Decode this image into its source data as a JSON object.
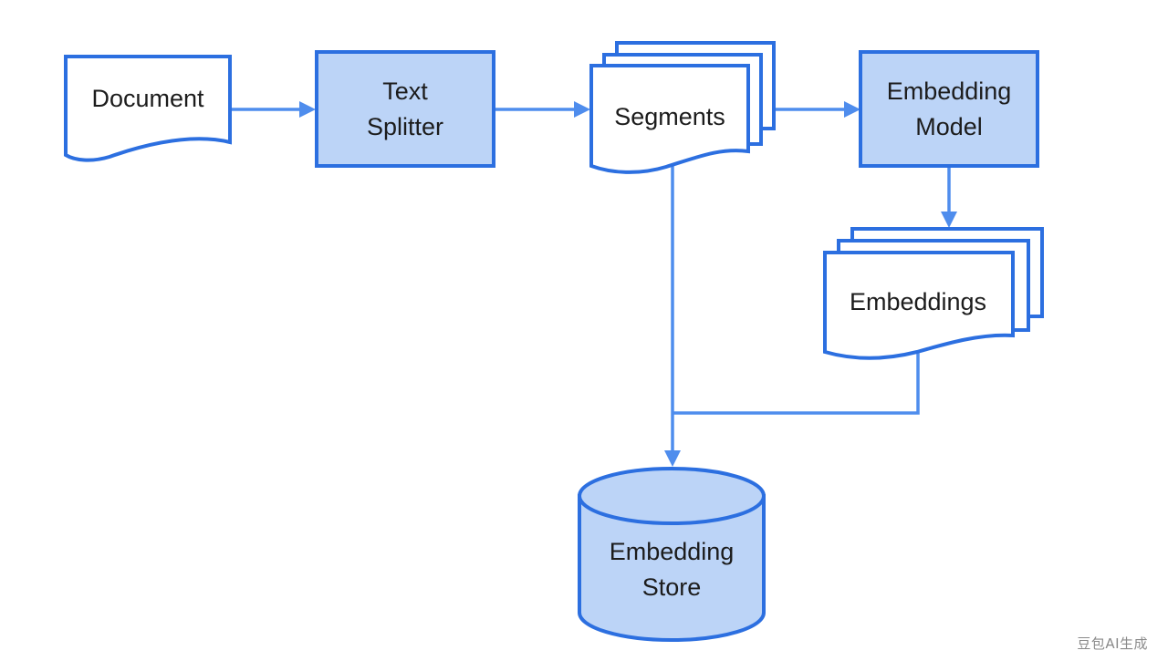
{
  "nodes": {
    "document": {
      "label": "Document"
    },
    "text_splitter": {
      "line1": "Text",
      "line2": "Splitter"
    },
    "segments": {
      "label": "Segments"
    },
    "embedding_model": {
      "line1": "Embedding",
      "line2": "Model"
    },
    "embeddings": {
      "label": "Embeddings"
    },
    "embedding_store": {
      "line1": "Embedding",
      "line2": "Store"
    }
  },
  "edges": [
    {
      "from": "Document",
      "to": "Text Splitter"
    },
    {
      "from": "Text Splitter",
      "to": "Segments"
    },
    {
      "from": "Segments",
      "to": "Embedding Model"
    },
    {
      "from": "Embedding Model",
      "to": "Embeddings"
    },
    {
      "from": "Segments",
      "to": "Embedding Store"
    },
    {
      "from": "Embeddings",
      "to": "Embedding Store"
    }
  ],
  "colors": {
    "stroke": "#2c6fe0",
    "process_fill": "#bcd4f7",
    "document_fill": "#ffffff",
    "connector": "#4f8ded"
  },
  "watermark": "豆包AI生成"
}
